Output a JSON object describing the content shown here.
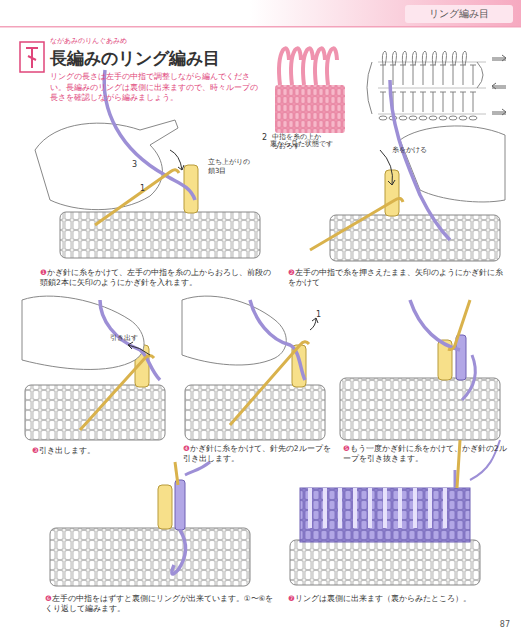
{
  "diagram": {
    "title": "長編みのリング編み目",
    "nodes": [
      {
        "text": [
          "リング編み目"
        ]
      }
    ],
    "labels": [
      "ながあみのりんぐあみめ",
      "リングの長さは左手の中指で調整しながら編んでください。長編みのリングは裏側に出来ますので、時々ループの長さを確認しながら編みましょう。",
      "裏から見た状態です",
      "2",
      "中指を糸の上からおろす",
      "3",
      "1",
      "立ち上がりの鎖3目",
      "糸をかける",
      "❶かぎ針に糸をかけて、左手の中指を糸の上からおろし、前段の頭鎖2本に矢印のようにかぎ針を入れます。",
      "❷左手の中指で糸を押さえたまま、矢印のようにかぎ針に糸をかけて",
      "引き出す",
      "❸引き出します。",
      "1",
      "❹かぎ針に糸をかけて、針先の2ループを引き出します。",
      "❺もう一度かぎ針に糸をかけて、かぎ針の2ループを引き抜きます。",
      "❻左手の中指をはずすと裏側にリングが出来ています。①〜⑥をくり返して編みます。",
      "❼リングは裏側に出来ます（裏からみたところ）。",
      "87"
    ]
  }
}
